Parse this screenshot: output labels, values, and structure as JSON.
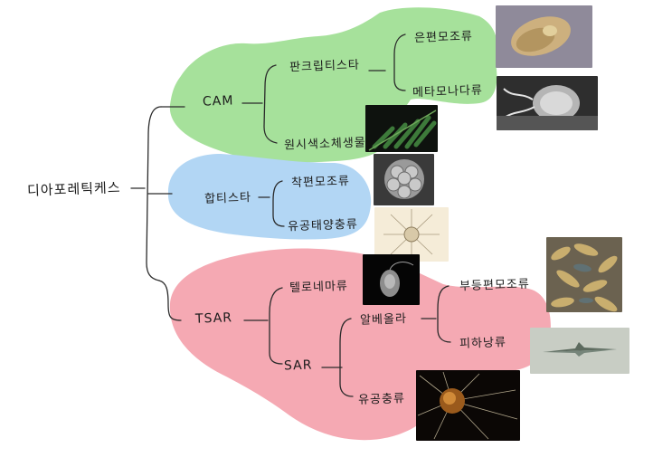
{
  "root": {
    "label": "디아포레틱케스"
  },
  "groups": {
    "cam": {
      "label": "CAM",
      "color": "#a6e19b",
      "children": {
        "pancryptista": {
          "label": "판크립티스타"
        },
        "chloroplastida": {
          "label": "원시색소체생물"
        }
      },
      "grandchildren": {
        "cryptomonads": {
          "label": "은편모조류"
        },
        "metamonada": {
          "label": "메타모나다류"
        }
      }
    },
    "haptista": {
      "label": "합티스타",
      "color": "#b2d6f4",
      "children": {
        "haptophyta": {
          "label": "착편모조류"
        },
        "centrohelids": {
          "label": "유공태양충류"
        }
      }
    },
    "tsar": {
      "label": "TSAR",
      "color": "#f5a9b3",
      "children": {
        "telonemia": {
          "label": "텔로네마류"
        },
        "sar": {
          "label": "SAR"
        }
      },
      "sar_children": {
        "alveolata": {
          "label": "알베올라"
        },
        "rhizaria": {
          "label": "유공충류"
        }
      },
      "alveolata_children": {
        "stramenopiles": {
          "label": "부등편모조류"
        },
        "diatoms": {
          "label": "피하낭류"
        }
      }
    }
  },
  "images": {
    "cryptomonad": "cryptomonad-micrograph",
    "metamonad": "metamonad-sem",
    "leaf": "green-leaf-photo",
    "coccolith": "coccolithophore-sem",
    "heliozoan": "heliozoan-drawing",
    "telonema": "telonemia-micrograph",
    "kelp": "kelp-photo",
    "diatom": "diatom-micrograph",
    "foraminifera": "foraminifera-micrograph"
  }
}
